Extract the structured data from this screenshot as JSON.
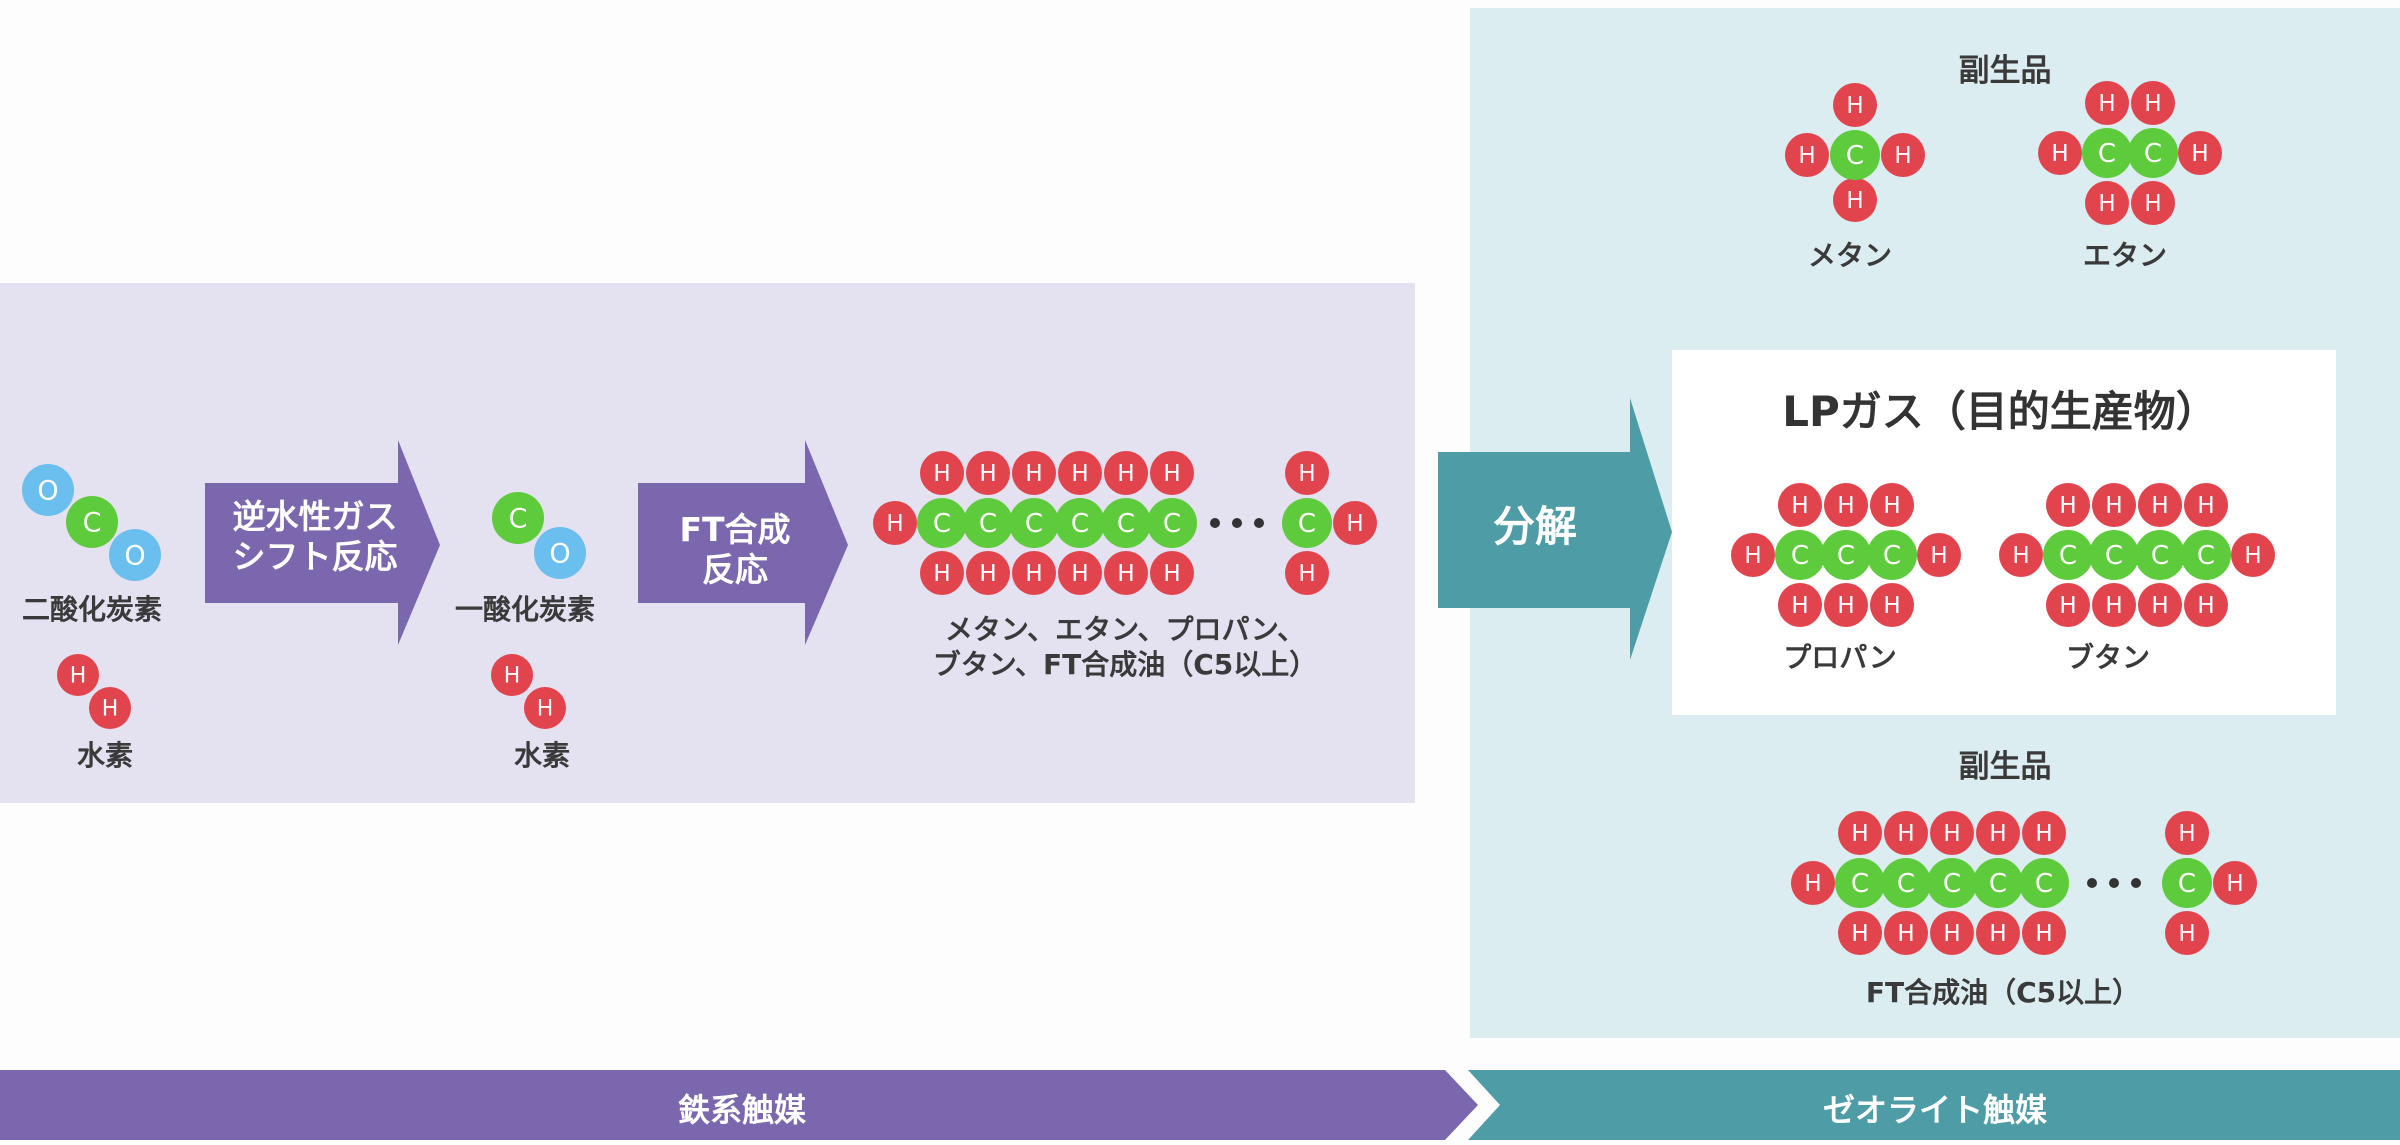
{
  "left_molecules": {
    "co2_label": "二酸化炭素",
    "h2_label_1": "水素",
    "co_label": "一酸化炭素",
    "h2_label_2": "水素",
    "hydrocarbon_label": "メタン、エタン、プロパン、\nブタン、FT合成油（C5以上）"
  },
  "steps": {
    "rwgs": "逆水性ガス\nシフト反応",
    "ft": "FT合成\n反応",
    "decompose": "分解"
  },
  "right_panel": {
    "byproduct_top": "副生品",
    "methane": "メタン",
    "ethane": "エタン",
    "lp_title": "LPガス（目的生産物）",
    "propane": "プロパン",
    "butane": "ブタン",
    "byproduct_bottom": "副生品",
    "ft_oil": "FT合成油（C5以上）"
  },
  "catalysts": {
    "iron": "鉄系触媒",
    "zeolite": "ゼオライト触媒"
  },
  "atoms": {
    "C": "C",
    "H": "H",
    "O": "O"
  },
  "colors": {
    "carbon": "#5dcb3c",
    "hydrogen": "#e2444e",
    "oxygen": "#6bbfee",
    "purple": "#7b67ad",
    "teal": "#4e9ca5",
    "left_panel": "#e4e1f0",
    "right_panel": "#dbedf0"
  }
}
